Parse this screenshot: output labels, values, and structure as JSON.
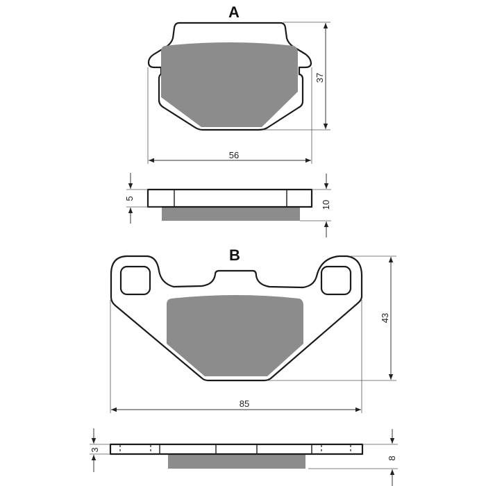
{
  "pads": [
    {
      "label": "A",
      "dimensions": {
        "width": "56",
        "height": "37",
        "backing_thickness": "5",
        "total_thickness": "10"
      }
    },
    {
      "label": "B",
      "dimensions": {
        "width": "85",
        "height": "43",
        "backing_thickness": "3",
        "total_thickness": "8"
      }
    }
  ],
  "colors": {
    "friction_material": "#8c8c8c",
    "outline": "#1a1a1a",
    "background": "#ffffff"
  }
}
